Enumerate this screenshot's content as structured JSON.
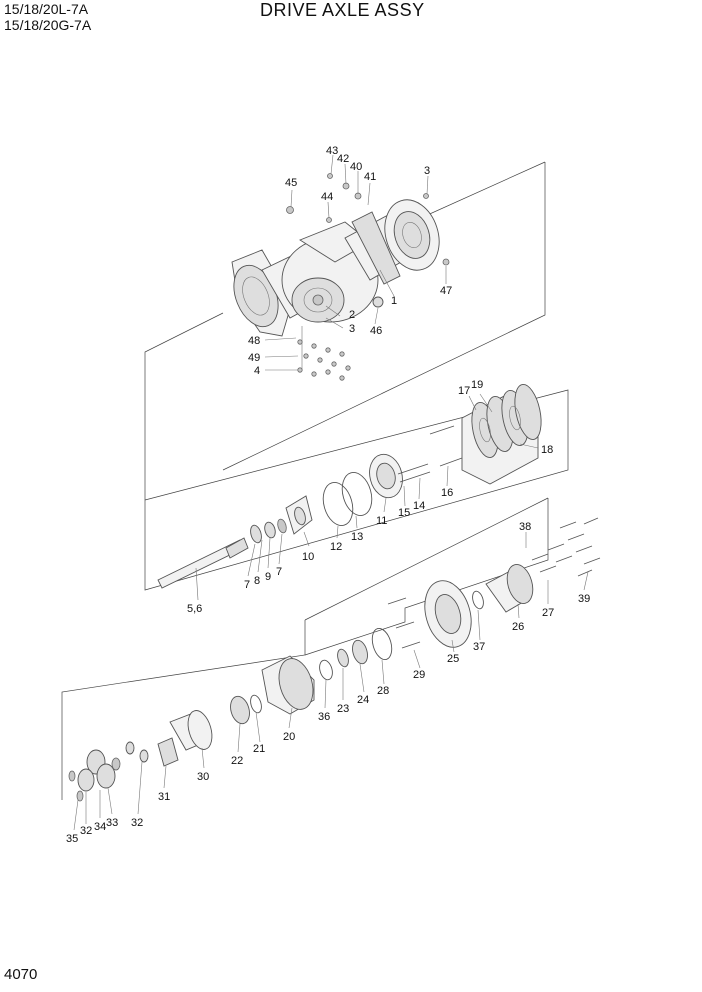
{
  "header": {
    "model_line1": "15/18/20L-7A",
    "model_line2": "15/18/20G-7A",
    "title": "DRIVE AXLE ASSY"
  },
  "footer": {
    "page_number": "4070"
  },
  "callouts": [
    {
      "id": "c43",
      "text": "43"
    },
    {
      "id": "c42",
      "text": "42"
    },
    {
      "id": "c40",
      "text": "40"
    },
    {
      "id": "c41",
      "text": "41"
    },
    {
      "id": "c3a",
      "text": "3"
    },
    {
      "id": "c45",
      "text": "45"
    },
    {
      "id": "c44",
      "text": "44"
    },
    {
      "id": "c47",
      "text": "47"
    },
    {
      "id": "c1",
      "text": "1"
    },
    {
      "id": "c2",
      "text": "2"
    },
    {
      "id": "c3b",
      "text": "3"
    },
    {
      "id": "c46",
      "text": "46"
    },
    {
      "id": "c48",
      "text": "48"
    },
    {
      "id": "c49",
      "text": "49"
    },
    {
      "id": "c4",
      "text": "4"
    },
    {
      "id": "c17",
      "text": "17"
    },
    {
      "id": "c19",
      "text": "19"
    },
    {
      "id": "c18",
      "text": "18"
    },
    {
      "id": "c16",
      "text": "16"
    },
    {
      "id": "c15",
      "text": "15"
    },
    {
      "id": "c14",
      "text": "14"
    },
    {
      "id": "c11",
      "text": "11"
    },
    {
      "id": "c13",
      "text": "13"
    },
    {
      "id": "c12",
      "text": "12"
    },
    {
      "id": "c10",
      "text": "10"
    },
    {
      "id": "c7a",
      "text": "7"
    },
    {
      "id": "c9",
      "text": "9"
    },
    {
      "id": "c8",
      "text": "8"
    },
    {
      "id": "c7b",
      "text": "7"
    },
    {
      "id": "c56",
      "text": "5,6"
    },
    {
      "id": "c38",
      "text": "38"
    },
    {
      "id": "c27",
      "text": "27"
    },
    {
      "id": "c39",
      "text": "39"
    },
    {
      "id": "c26",
      "text": "26"
    },
    {
      "id": "c37",
      "text": "37"
    },
    {
      "id": "c25",
      "text": "25"
    },
    {
      "id": "c29",
      "text": "29"
    },
    {
      "id": "c28",
      "text": "28"
    },
    {
      "id": "c24",
      "text": "24"
    },
    {
      "id": "c23",
      "text": "23"
    },
    {
      "id": "c36",
      "text": "36"
    },
    {
      "id": "c20",
      "text": "20"
    },
    {
      "id": "c21",
      "text": "21"
    },
    {
      "id": "c22",
      "text": "22"
    },
    {
      "id": "c30",
      "text": "30"
    },
    {
      "id": "c31",
      "text": "31"
    },
    {
      "id": "c32a",
      "text": "32"
    },
    {
      "id": "c33",
      "text": "33"
    },
    {
      "id": "c34",
      "text": "34"
    },
    {
      "id": "c32b",
      "text": "32"
    },
    {
      "id": "c35",
      "text": "35"
    }
  ]
}
